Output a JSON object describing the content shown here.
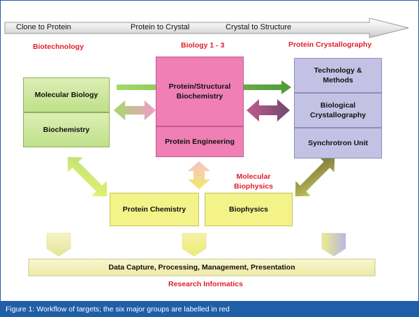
{
  "top_arrow": {
    "stages": [
      "Clone to Protein",
      "Protein to Crystal",
      "Crystal to Structure"
    ]
  },
  "groups": {
    "biotechnology": "Biotechnology",
    "biology": "Biology 1 - 3",
    "protein_crystallography": "Protein Crystallography",
    "molecular_biophysics": "Molecular\nBiophysics",
    "research_informatics": "Research Informatics"
  },
  "boxes": {
    "molecular_biology": "Molecular Biology",
    "biochemistry": "Biochemistry",
    "protein_structural_biochemistry": "Protein/Structural\nBiochemistry",
    "protein_engineering": "Protein Engineering",
    "technology_methods": "Technology &\nMethods",
    "biological_crystallography": "Biological\nCrystallography",
    "synchrotron_unit": "Synchrotron Unit",
    "protein_chemistry": "Protein Chemistry",
    "biophysics": "Biophysics",
    "data_capture": "Data Capture, Processing, Management, Presentation"
  },
  "caption": "Figure 1: Workflow of targets; the six major groups are labelled in red",
  "colors": {
    "group_label": "#e0202a",
    "green_box": "#cde7a0",
    "pink_box": "#ef7fb5",
    "lavender_box": "#c4c2e4",
    "yellow_box": "#f3f38a",
    "caption_bar": "#1f5fa8"
  }
}
